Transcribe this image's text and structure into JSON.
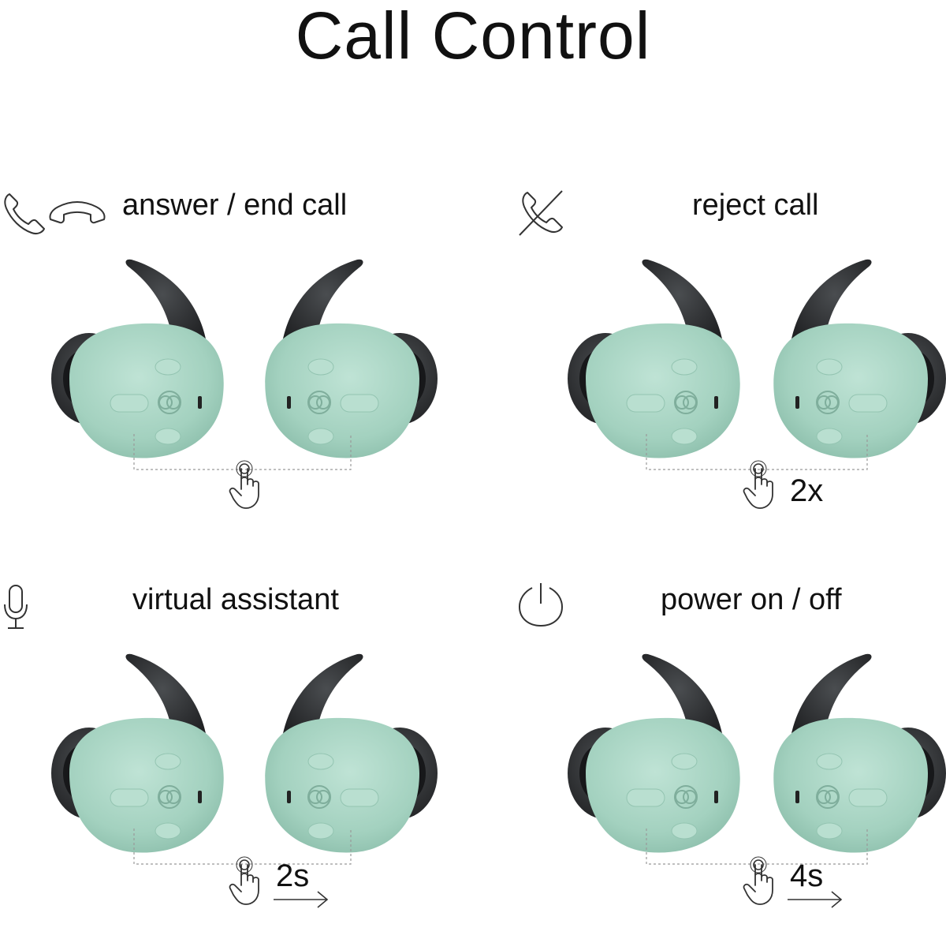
{
  "title": "Call Control",
  "panels": [
    {
      "label": "answer / end call",
      "count": "",
      "icons": [
        "phone-icon",
        "hang-up-icon"
      ],
      "gesture": "tap-hand-icon"
    },
    {
      "label": "reject call",
      "count": "2x",
      "icons": [
        "phone-crossed-icon"
      ],
      "gesture": "tap-hand-icon"
    },
    {
      "label": "virtual assistant",
      "count": "2s",
      "icons": [
        "microphone-icon"
      ],
      "gesture": "press-hold-hand-icon"
    },
    {
      "label": "power on / off",
      "count": "4s",
      "icons": [
        "power-icon"
      ],
      "gesture": "press-hold-hand-icon"
    }
  ],
  "colors": {
    "bud_face": "#a3d1bf",
    "bud_face_light": "#b6decf",
    "rubber": "#2b2d2f",
    "line": "#333333"
  }
}
